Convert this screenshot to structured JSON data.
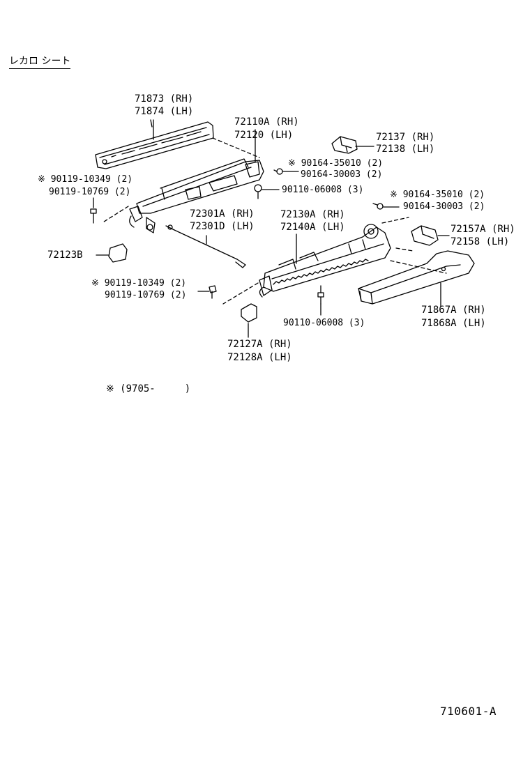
{
  "title": "レカロ シート",
  "note": "※ (9705-　　　)",
  "diagram_code": "710601-A",
  "labels": {
    "p71873": "71873 (RH)",
    "p71874": "71874 (LH)",
    "p72110A": "72110A (RH)",
    "p72120": "72120   (LH)",
    "p72137": "72137 (RH)",
    "p72138": "72138 (LH)",
    "p90164_35010_a": "※ 90164-35010 (2)",
    "p90164_30003_a": "90164-30003 (2)",
    "p90119_10349_a": "※ 90119-10349 (2)",
    "p90119_10769_a": "90119-10769 (2)",
    "p90110_06008_a": "90110-06008 (3)",
    "p90164_35010_b": "※ 90164-35010 (2)",
    "p90164_30003_b": "90164-30003 (2)",
    "p72301A": "72301A (RH)",
    "p72301D": "72301D (LH)",
    "p72130A": "72130A (RH)",
    "p72140A": "72140A (LH)",
    "p72157A": "72157A (RH)",
    "p72158": "72158    (LH)",
    "p72123B": "72123B",
    "p90119_10349_b": "※ 90119-10349 (2)",
    "p90119_10769_b": "90119-10769 (2)",
    "p90110_06008_b": "90110-06008 (3)",
    "p71867A": "71867A (RH)",
    "p71868A": "71868A (LH)",
    "p72127A": "72127A (RH)",
    "p72128A": "72128A (LH)"
  },
  "icons": [
    "seat-track-upper-icon",
    "seat-track-lower-icon",
    "cover-icon",
    "bolt-icon",
    "clip-icon",
    "cap-icon",
    "cable-icon"
  ]
}
